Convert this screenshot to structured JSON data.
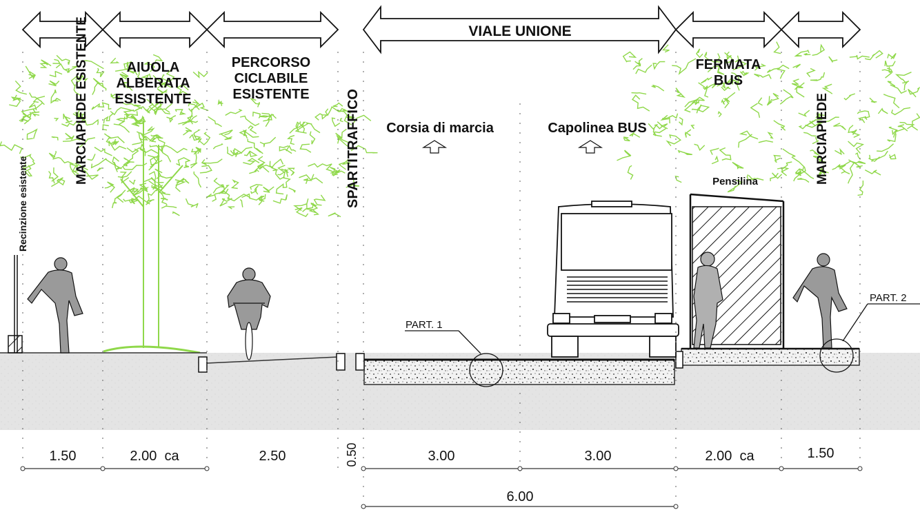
{
  "colors": {
    "tree": "#8fd84a",
    "ground": "#e2e2e2",
    "paving": "#bdbdbd",
    "ink": "#111111"
  },
  "header": {
    "road_name": "VIALE UNIONE"
  },
  "zones": {
    "fence": "Recinzione esistente",
    "sidewalk_left": "MARCIAPIEDE ESISTENTE",
    "tree_bed": [
      "AIUOLA",
      "ALBERATA",
      "ESISTENTE"
    ],
    "bike_path": [
      "PERCORSO",
      "CICLABILE",
      "ESISTENTE"
    ],
    "divider": "SPARTITRAFFICO",
    "lane": "Corsia di marcia",
    "bus_terminus": "Capolinea BUS",
    "bus_stop": [
      "FERMATA",
      "BUS"
    ],
    "shelter": "Pensilina",
    "sidewalk_right": "MARCIAPIEDE"
  },
  "details": {
    "part1": "PART. 1",
    "part2": "PART. 2"
  },
  "dimensions": {
    "sidewalk_left": "1.50",
    "tree_bed": "2.00  ca",
    "bike_path": "2.50",
    "divider": "0.50",
    "lane": "3.00",
    "bus_lane": "3.00",
    "bus_stop": "2.00  ca",
    "sidewalk_right": "1.50",
    "carriageway_total": "6.00"
  }
}
